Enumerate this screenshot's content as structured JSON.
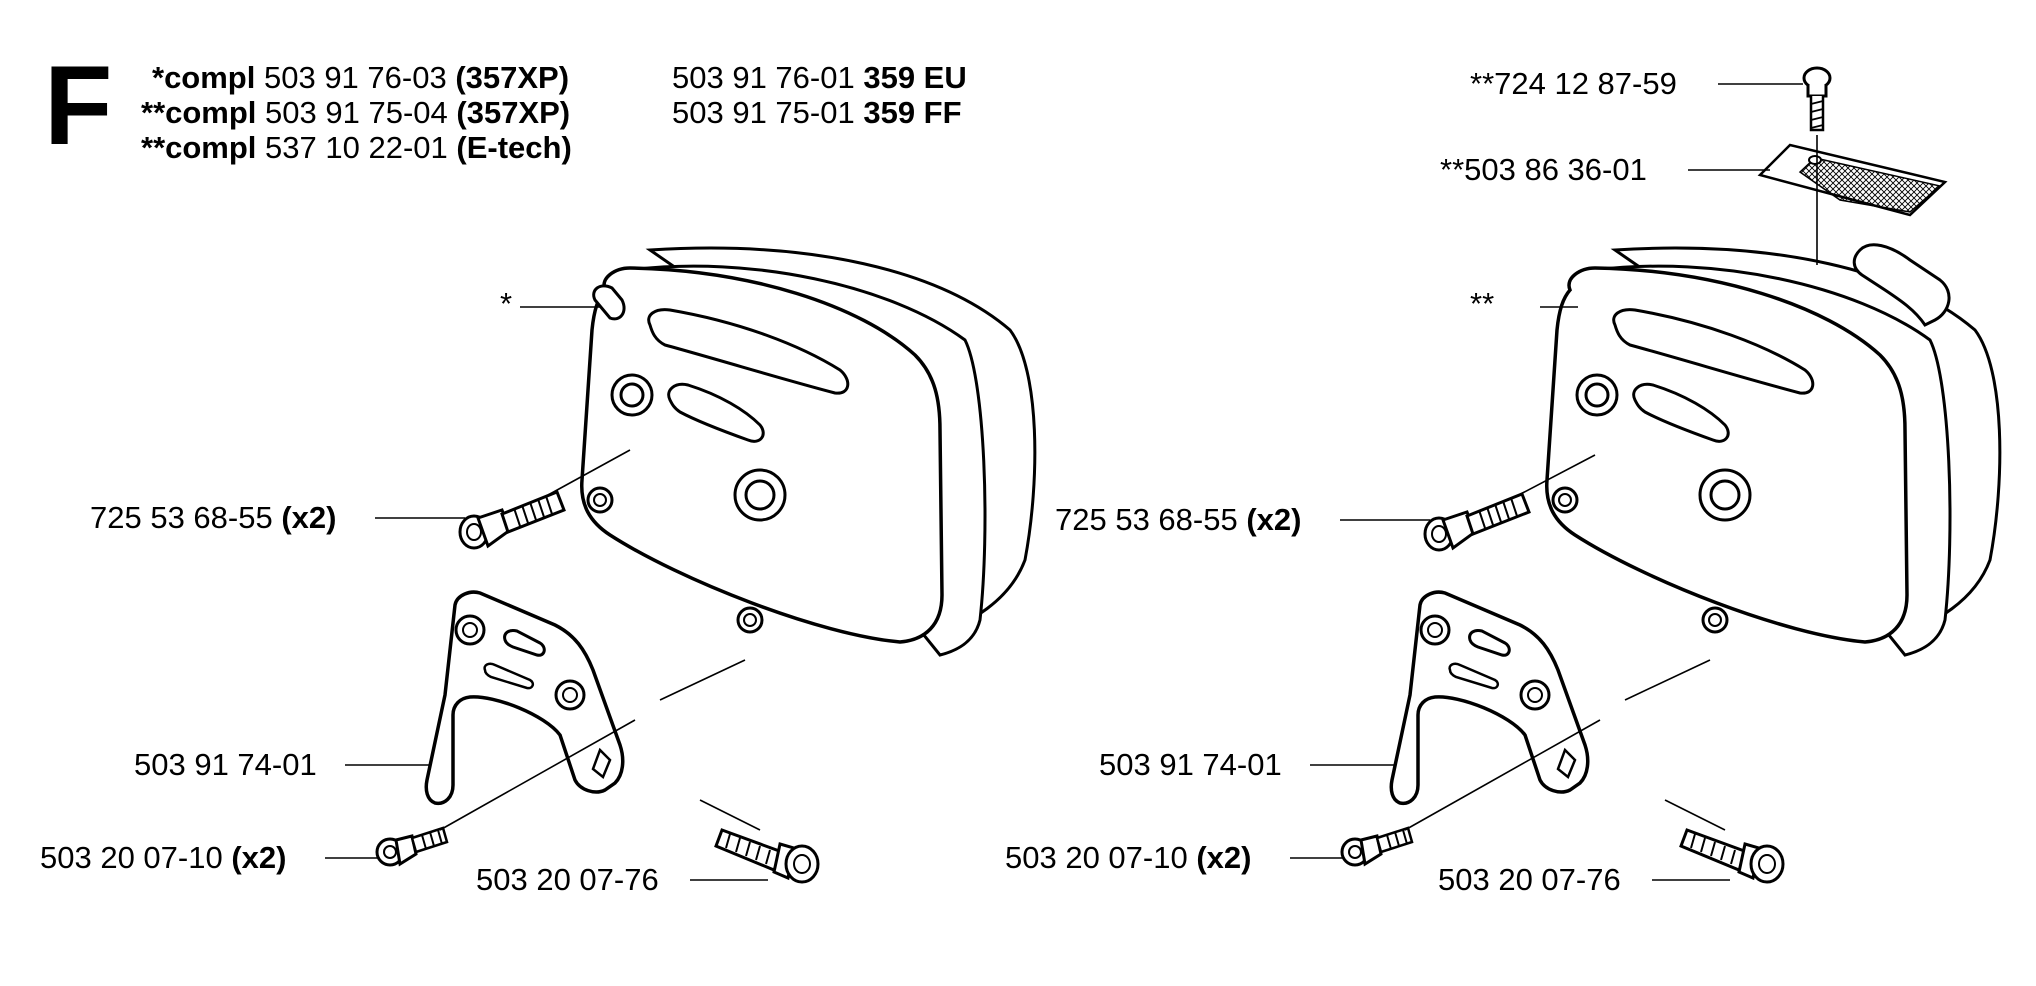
{
  "section_letter": "F",
  "header": {
    "rows": [
      {
        "compl": "*compl",
        "num1": "503 91 76-03",
        "tag1": "(357XP)",
        "num2": "503 91 76-01",
        "tag2": "359 EU"
      },
      {
        "compl": "**compl",
        "num1": "503 91 75-04",
        "tag1": "(357XP)",
        "num2": "503 91 75-01",
        "tag2": "359 FF"
      },
      {
        "compl": "**compl",
        "num1": "537 10 22-01",
        "tag1": "(E-tech)"
      }
    ]
  },
  "left": {
    "marker": "*",
    "bolt": {
      "num": "725 53 68-55",
      "qty": "(x2)"
    },
    "bracket": "503 91 74-01",
    "screw_small": {
      "num": "503 20 07-10",
      "qty": "(x2)"
    },
    "screw_long": "503 20 07-76"
  },
  "right": {
    "screw_top": "**724 12 87-59",
    "screen": "**503 86 36-01",
    "marker": "**",
    "bolt": {
      "num": "725 53 68-55",
      "qty": "(x2)"
    },
    "bracket": "503 91 74-01",
    "screw_small": {
      "num": "503 20 07-10",
      "qty": "(x2)"
    },
    "screw_long": "503 20 07-76"
  }
}
